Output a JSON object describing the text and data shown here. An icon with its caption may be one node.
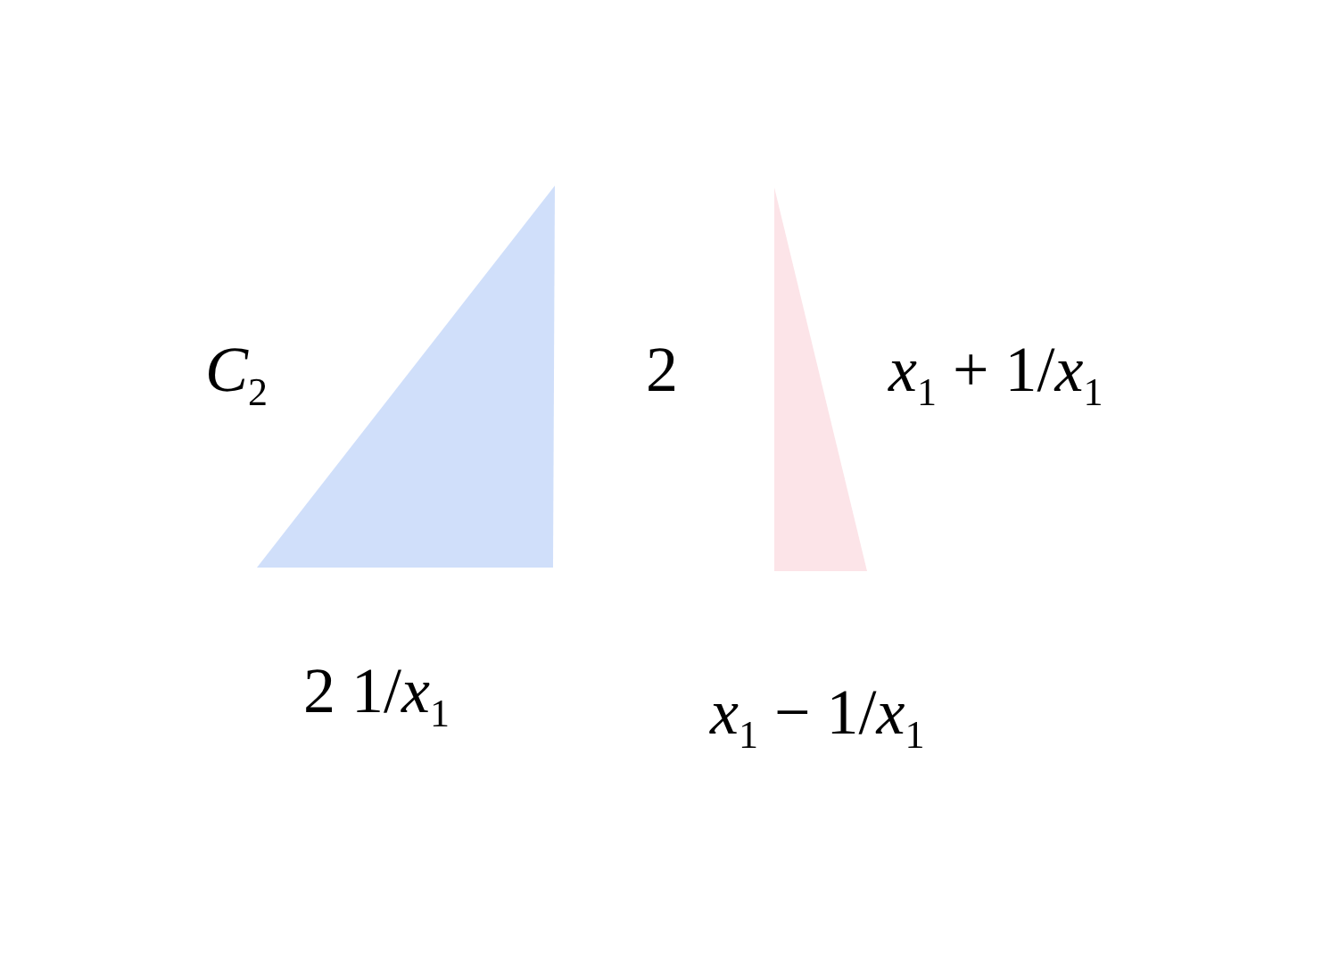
{
  "diagram": {
    "nodes": [
      {
        "text": [],
        "shape": "triangle"
      },
      {
        "text": [],
        "shape": "triangle"
      }
    ],
    "labels": [
      "*C*$_{2}$",
      "2",
      "*x*$_{1}$ + 1/*x*$_{1}$",
      "2 1/*x*$_{1}$",
      "*x*$_{1}$ − 1/*x*$_{1}$"
    ]
  }
}
